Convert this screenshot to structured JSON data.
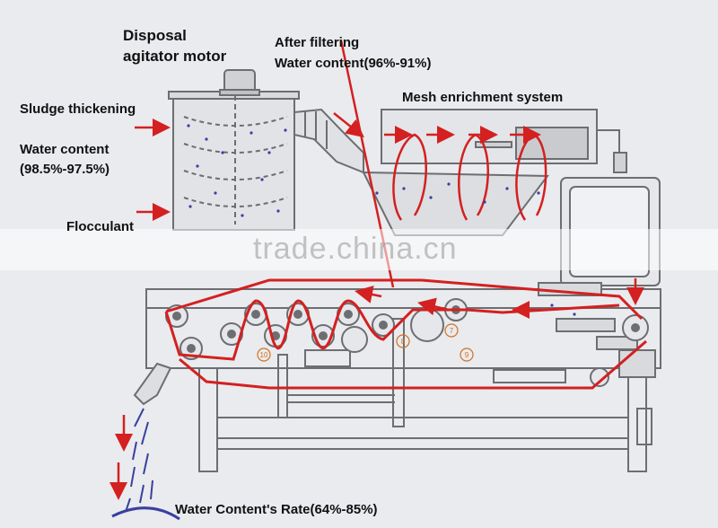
{
  "labels": {
    "disposal_line1": "Disposal",
    "disposal_line2": "agitator motor",
    "after_filtering_line1": "After filtering",
    "after_filtering_line2": "Water content(96%-91%)",
    "mesh_enrichment": "Mesh enrichment system",
    "sludge_thickening": "Sludge thickening",
    "water_content_line1": "Water content",
    "water_content_line2": "(98.5%-97.5%)",
    "flocculant": "Flocculant",
    "output_rate": "Water Content's Rate(64%-85%)"
  },
  "watermark": "trade.china.cn",
  "roller_numbers": [
    "9",
    "10",
    "7",
    "8"
  ],
  "colors": {
    "background": "#e9ebee",
    "machine_line": "#6c6e72",
    "belt": "#d42020",
    "particles": "#3a3f9e",
    "label_text": "#111111"
  }
}
